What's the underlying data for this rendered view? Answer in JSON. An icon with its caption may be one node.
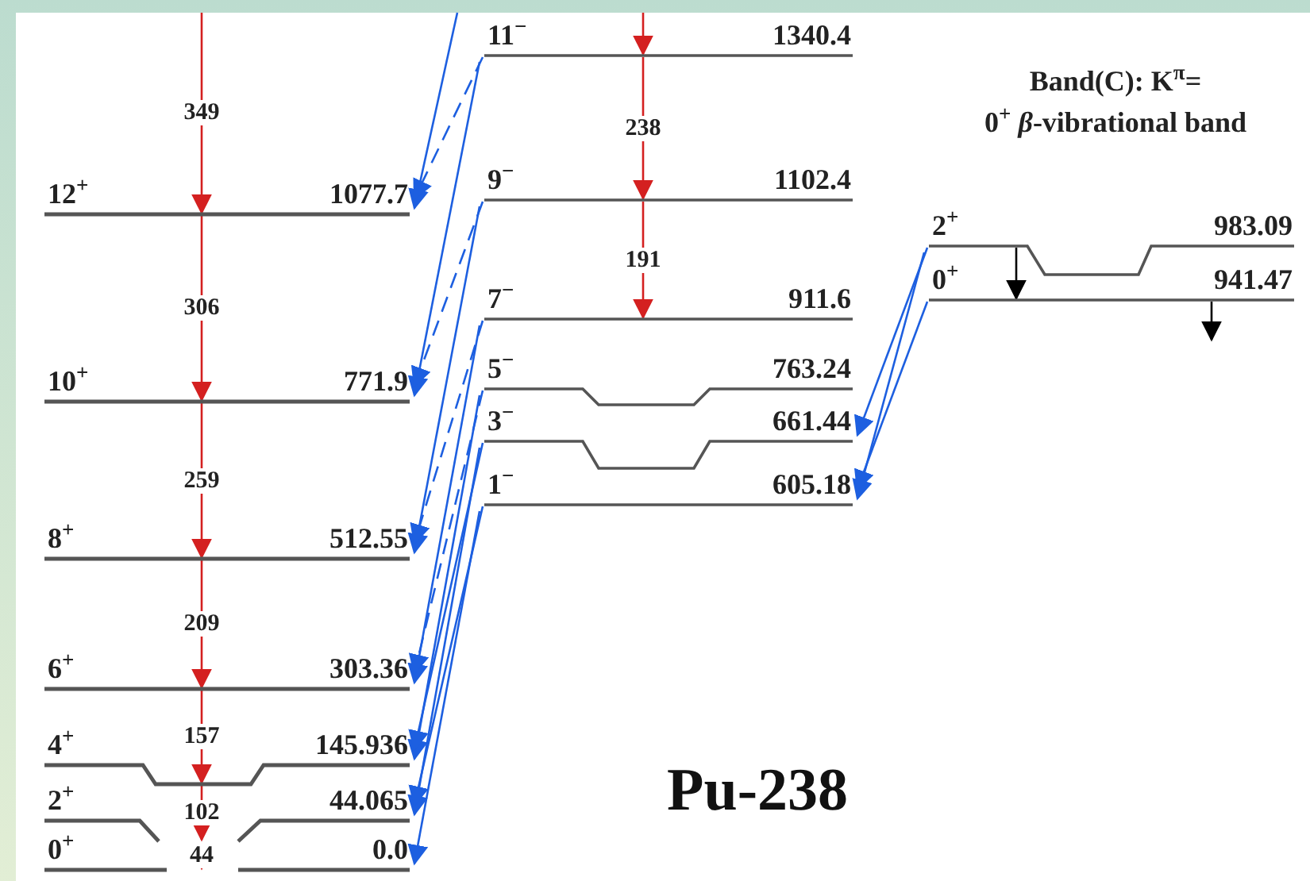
{
  "diagram": {
    "title": "Pu-238",
    "nodes": [
      {
        "text": [
          "12$^{+}$",
          "1077.7"
        ]
      },
      {
        "text": [
          "10$^{+}$",
          "771.9"
        ]
      },
      {
        "text": [
          "8$^{+}$",
          "512.55"
        ]
      },
      {
        "text": [
          "6$^{+}$",
          "303.36"
        ]
      },
      {
        "text": [
          "4$^{+}$",
          "145.936"
        ]
      },
      {
        "text": [
          "2$^{+}$",
          "44.065"
        ]
      },
      {
        "text": [
          "0$^{+}$",
          "0.0"
        ]
      },
      {
        "text": [
          "11$^{−}$",
          "1340.4"
        ]
      },
      {
        "text": [
          "9$^{−}$",
          "1102.4"
        ]
      },
      {
        "text": [
          "7$^{−}$",
          "911.6"
        ]
      },
      {
        "text": [
          "5$^{−}$",
          "763.24"
        ]
      },
      {
        "text": [
          "3$^{−}$",
          "661.44"
        ]
      },
      {
        "text": [
          "1$^{−}$",
          "605.18"
        ]
      },
      {
        "text": [
          "2$^{+}$",
          "983.09"
        ]
      },
      {
        "text": [
          "0$^{+}$",
          "941.47"
        ]
      }
    ],
    "edges": [
      {
        "from": null,
        "to": 0,
        "arrow": "to",
        "label": "349",
        "color": "#d42020"
      },
      {
        "from": 0,
        "to": 1,
        "arrow": "to",
        "label": "306",
        "color": "#d42020"
      },
      {
        "from": 1,
        "to": 2,
        "arrow": "to",
        "label": "259",
        "color": "#d42020"
      },
      {
        "from": 2,
        "to": 3,
        "arrow": "to",
        "label": "209",
        "color": "#d42020"
      },
      {
        "from": 3,
        "to": 4,
        "arrow": "to",
        "label": "157",
        "color": "#d42020"
      },
      {
        "from": 4,
        "to": 5,
        "arrow": "to",
        "label": "102",
        "color": "#d42020"
      },
      {
        "from": 5,
        "to": 6,
        "arrow": "to",
        "label": "44",
        "color": "#d42020"
      },
      {
        "from": null,
        "to": 7,
        "arrow": "to",
        "color": "#d42020"
      },
      {
        "from": 7,
        "to": 8,
        "arrow": "to",
        "label": "238",
        "color": "#d42020"
      },
      {
        "from": 8,
        "to": 9,
        "arrow": "to",
        "label": "191",
        "color": "#d42020"
      },
      {
        "from": null,
        "to": 0,
        "arrow": "to"
      },
      {
        "from": 7,
        "to": 0,
        "arrow": "to",
        "style": "dashed"
      },
      {
        "from": 7,
        "to": 1,
        "arrow": "to"
      },
      {
        "from": 8,
        "to": 1,
        "arrow": "to",
        "style": "dashed"
      },
      {
        "from": 8,
        "to": 2,
        "arrow": "to"
      },
      {
        "from": 9,
        "to": 2,
        "arrow": "to",
        "style": "dashed"
      },
      {
        "from": 9,
        "to": 3,
        "arrow": "to"
      },
      {
        "from": 10,
        "to": 3,
        "arrow": "to",
        "style": "dashed"
      },
      {
        "from": 10,
        "to": 4,
        "arrow": "to"
      },
      {
        "from": 11,
        "to": 4,
        "arrow": "to"
      },
      {
        "from": 11,
        "to": 5,
        "arrow": "to"
      },
      {
        "from": 12,
        "to": 5,
        "arrow": "to"
      },
      {
        "from": 12,
        "to": 6,
        "arrow": "to"
      },
      {
        "from": 13,
        "to": 11,
        "arrow": "to"
      },
      {
        "from": 13,
        "to": 12,
        "arrow": "to"
      },
      {
        "from": 14,
        "to": 12,
        "arrow": "to"
      },
      {
        "from": 13,
        "to": 14,
        "arrow": "to",
        "color": "#000000"
      },
      {
        "from": 14,
        "to": null,
        "arrow": "to",
        "color": "#000000"
      }
    ],
    "labels": [
      "Band(C): K$^{π}$=",
      "0$^{+}$ *β*-vibrational band"
    ]
  }
}
